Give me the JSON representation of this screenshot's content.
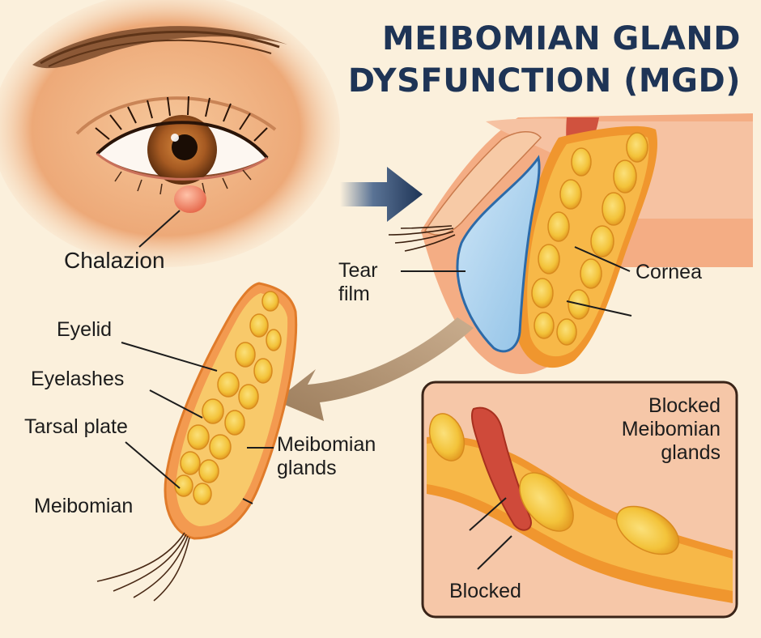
{
  "title": {
    "line1": "MEIBOMIAN GLAND",
    "line2": "DYSFUNCTION (MGD)"
  },
  "labels": {
    "chalazion": "Chalazion",
    "tear_film": "Tear film",
    "cornea": "Cornea",
    "eyelid": "Eyelid",
    "eyelashes": "Eyelashes",
    "tarsal_plate": "Tarsal plate",
    "meibomian_glands": "Meibomian glands",
    "meibomian": "Meibomian",
    "blocked_meibomian_glands": "Blocked Meibomian glands",
    "blocked": "Blocked"
  },
  "colors": {
    "title": "#1e3456",
    "background": "#fbf0dc",
    "skin": "#f2b989",
    "iris": "#a65a22",
    "gland_yellow": "#f3c33a",
    "gland_orange": "#f0962e",
    "tear_blue": "#a9d2ef",
    "arrow_navy": "#1e3456",
    "arrow_tan": "#a48667",
    "blockage_red": "#cf4a3a",
    "inset_border": "#3a2418"
  }
}
